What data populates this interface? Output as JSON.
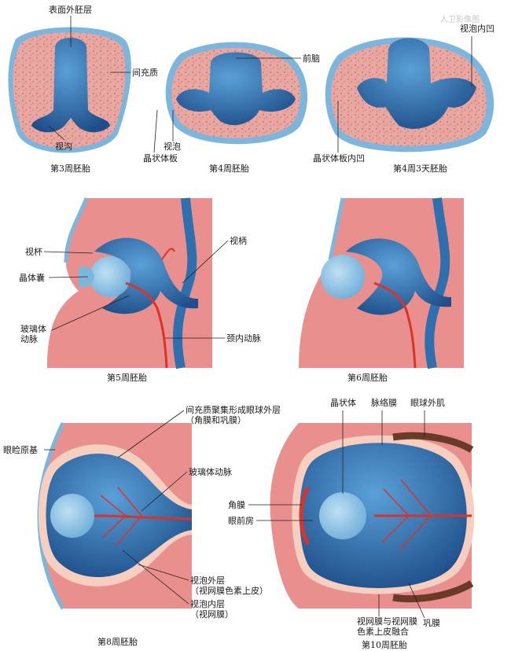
{
  "watermark": "人卫影像图",
  "panel1": {
    "labels": {
      "surface_ectoderm": "表面外胚层",
      "mesenchyme": "间充质",
      "optic_sulcus": "视沟",
      "forebrain": "前脑",
      "optic_vesicle": "视泡",
      "lens_placode": "晶状体板",
      "optic_vesicle_invagination": "视泡内凹",
      "lens_placode_invagination": "晶状体板内凹"
    },
    "captions": {
      "a": "第3周胚胎",
      "b": "第4周胚胎",
      "c": "第4周3天胚胎"
    }
  },
  "panel2": {
    "labels": {
      "optic_cup": "视杯",
      "lens_vesicle": "晶体囊",
      "hyaloid_artery": "玻璃体\n动脉",
      "optic_stalk": "视柄",
      "internal_carotid": "颈内动脉"
    },
    "captions": {
      "a": "第5周胚胎",
      "b": "第6周胚胎"
    }
  },
  "panel3": {
    "labels": {
      "eyelid_primordium": "眼睑原基",
      "mesenchyme_outer": "间充质聚集形成眼球外层\n（角膜和巩膜）",
      "hyaloid_artery": "玻璃体动脉",
      "outer_layer": "视泡外层\n（视网膜色素上皮）",
      "inner_layer": "视泡内层\n（视网膜）",
      "lens": "晶状体",
      "choroid": "脉络膜",
      "extraocular_muscle": "眼球外肌",
      "cornea": "角膜",
      "anterior_chamber": "眼前房",
      "sclera": "巩膜",
      "retina_fusion": "视网膜与视网膜\n色素上皮融合"
    },
    "captions": {
      "a": "第8周胚胎",
      "b": "第10周胚胎"
    }
  },
  "colors": {
    "tissue": "#e9908f",
    "ectoderm": "#7db6dc",
    "neural": "#2f6fae",
    "neural_dark": "#1f4f8a",
    "vessel": "#d9332c",
    "muscle": "#6b3b2a",
    "pale": "#f6cfc0"
  }
}
